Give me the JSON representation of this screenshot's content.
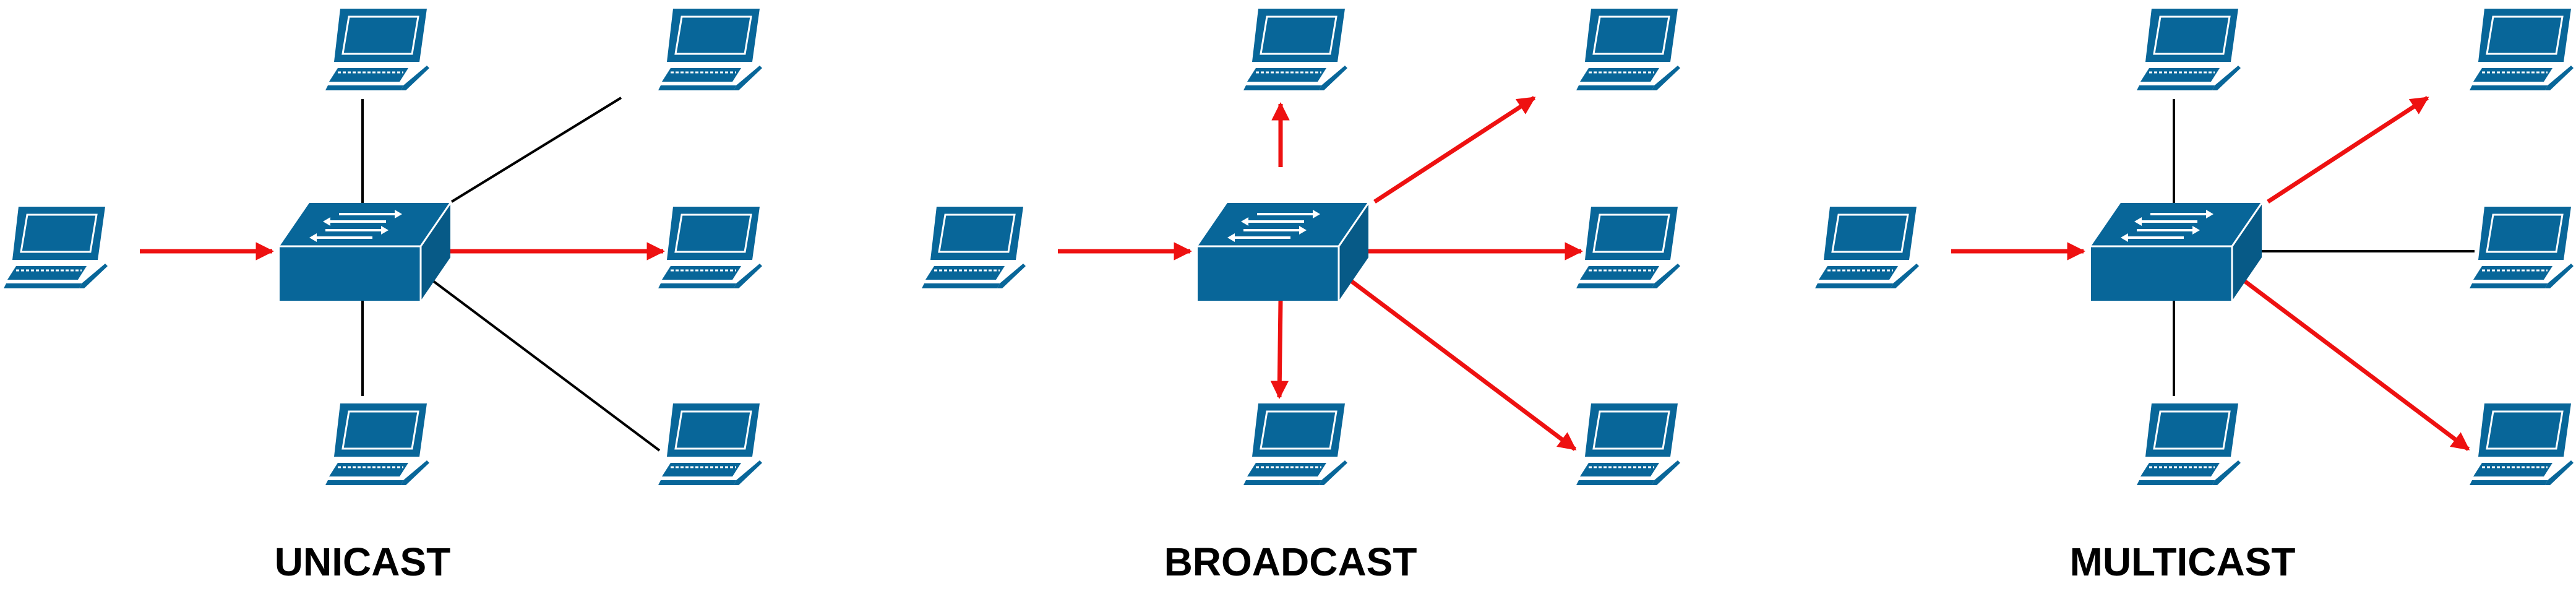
{
  "colors": {
    "device_blue": "#086699",
    "highlight_red": "#ee1111",
    "plain_link": "#000000"
  },
  "icons": {
    "device": "laptop-icon",
    "hub": "switch-icon"
  },
  "panels": [
    {
      "key": "unicast",
      "label": "UNICAST",
      "links": [
        {
          "to": "top",
          "state": "idle"
        },
        {
          "to": "top-right",
          "state": "idle"
        },
        {
          "to": "right",
          "state": "active"
        },
        {
          "to": "bottom-right",
          "state": "idle"
        },
        {
          "to": "bottom",
          "state": "idle"
        }
      ]
    },
    {
      "key": "broadcast",
      "label": "BROADCAST",
      "links": [
        {
          "to": "top",
          "state": "active"
        },
        {
          "to": "top-right",
          "state": "active"
        },
        {
          "to": "right",
          "state": "active"
        },
        {
          "to": "bottom-right",
          "state": "active"
        },
        {
          "to": "bottom",
          "state": "active"
        }
      ]
    },
    {
      "key": "multicast",
      "label": "MULTICAST",
      "links": [
        {
          "to": "top",
          "state": "idle"
        },
        {
          "to": "top-right",
          "state": "active"
        },
        {
          "to": "right",
          "state": "idle"
        },
        {
          "to": "bottom-right",
          "state": "active"
        },
        {
          "to": "bottom",
          "state": "idle"
        }
      ]
    }
  ]
}
